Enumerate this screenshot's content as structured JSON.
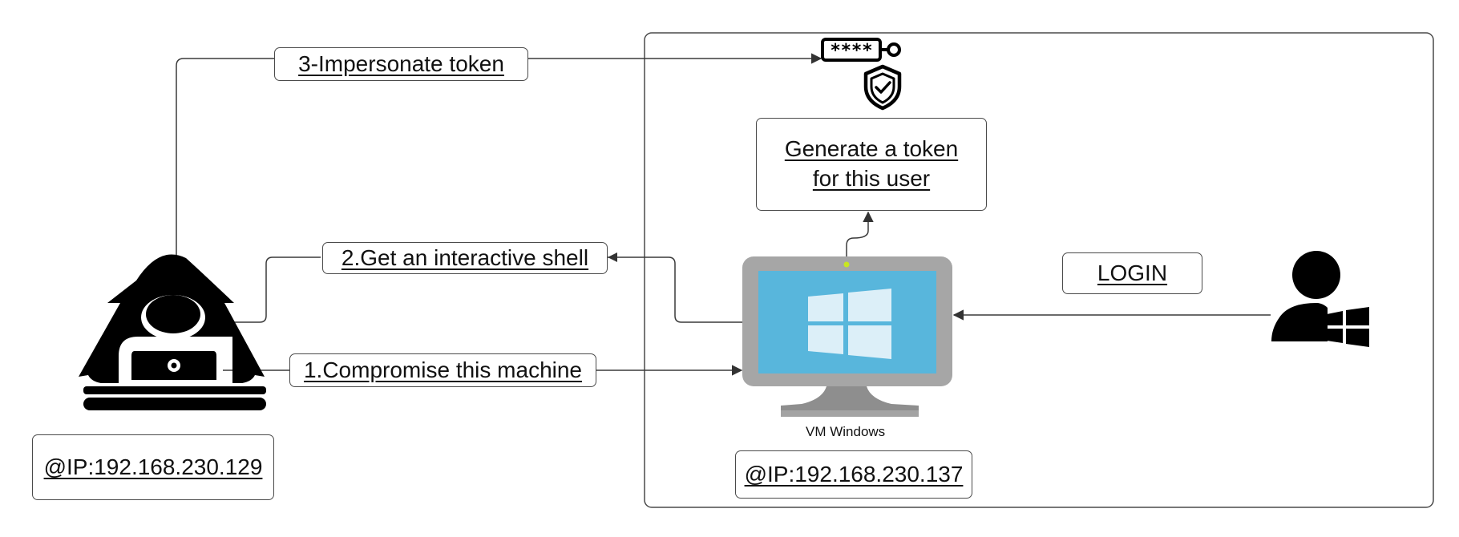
{
  "labels": {
    "impersonate": "3-Impersonate token",
    "shell": "2.Get an interactive shell",
    "compromise": "1.Compromise this machine",
    "generate_line1": "Generate a  token",
    "generate_line2": "for this user",
    "login": "LOGIN",
    "vm": "VM Windows",
    "attacker_ip": "@IP:192.168.230.129",
    "victim_ip": "@IP:192.168.230.137"
  },
  "icons": [
    "hacker-icon",
    "token-key-icon",
    "shield-check-icon",
    "monitor-icon",
    "windows-logo-icon",
    "user-windows-icon"
  ],
  "colors": {
    "screen": "#58B6DC",
    "windows_logo": "#DCEFF8",
    "monitor_bezel": "#A6A6A6",
    "stand": "#8E8E8E",
    "power_led": "#C8E620",
    "line": "#3a3a3a"
  }
}
